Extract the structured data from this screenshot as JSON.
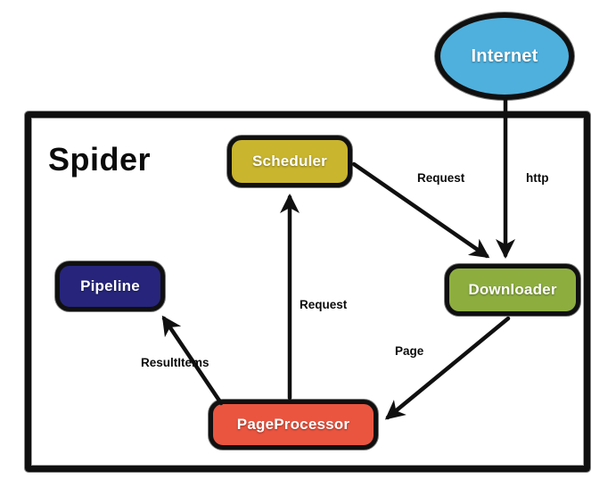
{
  "diagram": {
    "title": "Spider",
    "outline_color": "#101010",
    "nodes": {
      "internet": {
        "label": "Internet",
        "color": "#4fb0dd"
      },
      "scheduler": {
        "label": "Scheduler",
        "color": "#c9b52e"
      },
      "pipeline": {
        "label": "Pipeline",
        "color": "#26257b"
      },
      "downloader": {
        "label": "Downloader",
        "color": "#8dae3f"
      },
      "pageprocessor": {
        "label": "PageProcessor",
        "color": "#ea5540"
      }
    },
    "edges": {
      "http": {
        "label": "http"
      },
      "request_to_downloader": {
        "label": "Request"
      },
      "request_to_scheduler": {
        "label": "Request"
      },
      "page": {
        "label": "Page"
      },
      "resultitems": {
        "label": "ResultItems"
      }
    }
  }
}
